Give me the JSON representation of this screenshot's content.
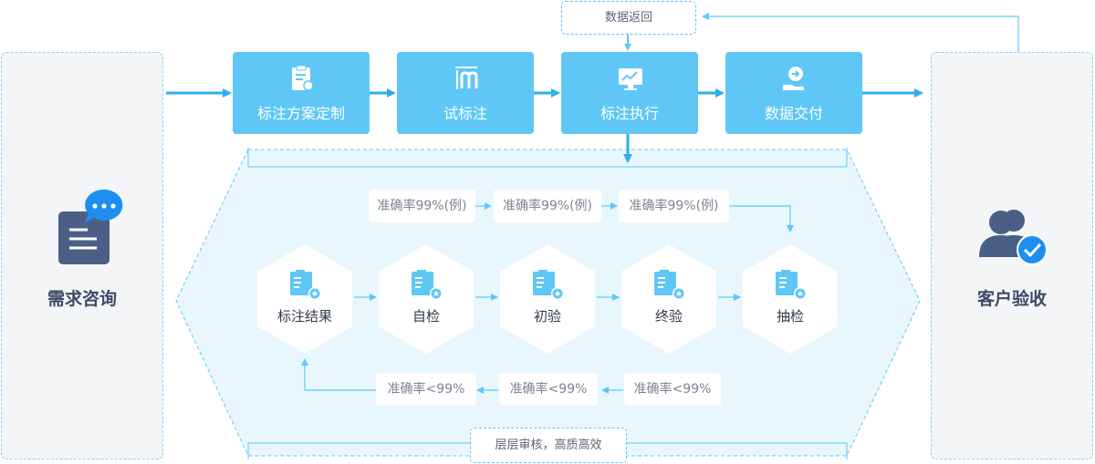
{
  "left_panel": {
    "label": "需求咨询",
    "icon": "chat-document-icon"
  },
  "right_panel": {
    "label": "客户验收",
    "icon": "user-check-icon"
  },
  "return_label": "数据返回",
  "steps": [
    {
      "label": "标注方案定制",
      "icon": "clipboard-icon"
    },
    {
      "label": "试标注",
      "icon": "ruler-icon"
    },
    {
      "label": "标注执行",
      "icon": "monitor-chart-icon"
    },
    {
      "label": "数据交付",
      "icon": "hand-delivery-icon"
    }
  ],
  "pass_labels": [
    "准确率99%(例)",
    "准确率99%(例)",
    "准确率99%(例)"
  ],
  "fail_labels": [
    "准确率<99%",
    "准确率<99%",
    "准确率<99%"
  ],
  "stages": [
    "标注结果",
    "自检",
    "初验",
    "终验",
    "抽检"
  ],
  "footer_label": "层层审核，高质高效",
  "colors": {
    "step_fill": "#5fc7f6",
    "flow_line": "#2eaef0",
    "hex_area": "#e8f7fe",
    "icon_dark": "#4b5f86"
  }
}
